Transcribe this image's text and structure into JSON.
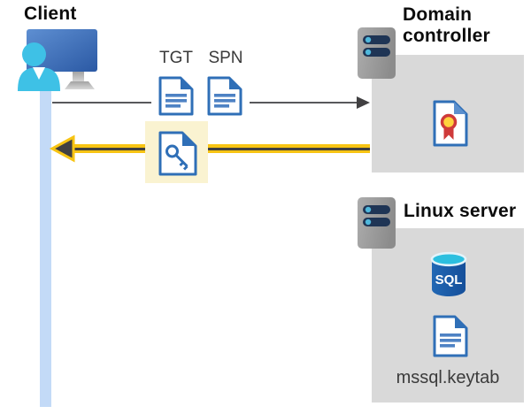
{
  "client": {
    "label": "Client"
  },
  "flow": {
    "tgt_label": "TGT",
    "spn_label": "SPN"
  },
  "domain_controller": {
    "label": "Domain controller"
  },
  "linux_server": {
    "label": "Linux server",
    "sql_badge": "SQL",
    "keytab_label": "mssql.keytab"
  },
  "colors": {
    "highlight_yellow": "#faf3d1",
    "arrow_gold": "#f7c413",
    "arrow_dark": "#414042",
    "request_gray": "#58595b",
    "icon_blue": "#2f6fb7",
    "icon_blue_light": "#4e82c4",
    "panel_gray": "#d9d9d9",
    "lifeline_blue": "#c3daf7",
    "person_cyan": "#3ec1e6",
    "sql_blue": "#1a5ca8",
    "sql_cyan": "#2cbfdf",
    "cert_red": "#cf3a3a",
    "cert_yellow": "#ffd23e",
    "server_bar_navy": "#1f3555",
    "server_dot_cyan": "#4fb8dc"
  }
}
